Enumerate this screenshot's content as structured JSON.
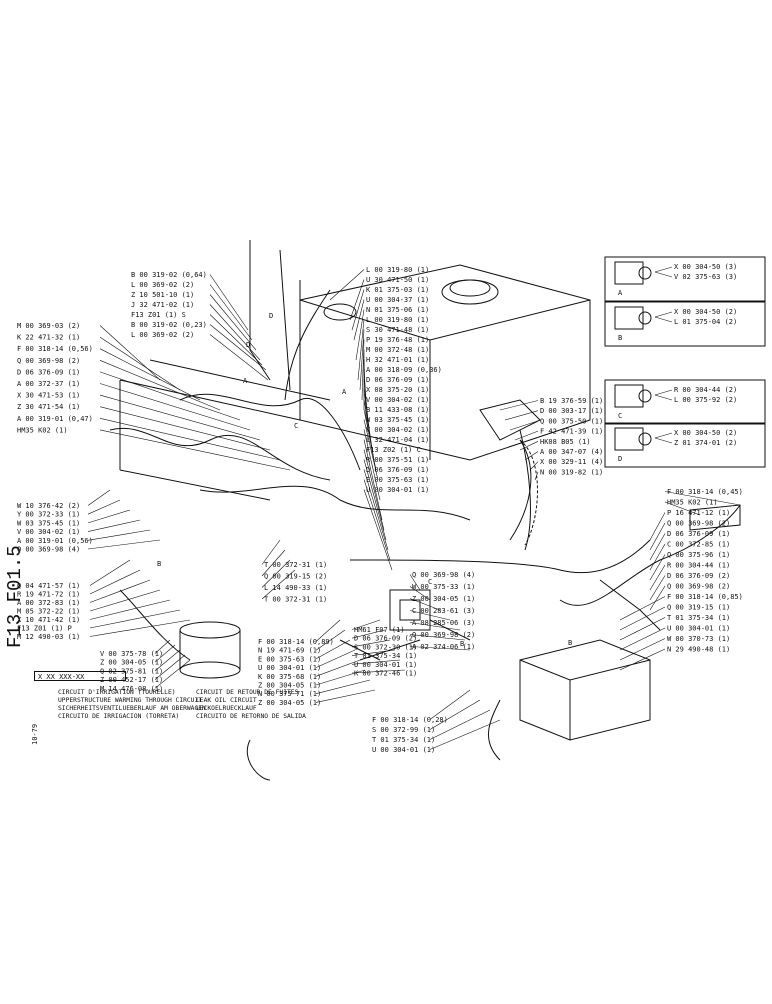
{
  "page": {
    "side_title": "F13 F01.5",
    "side_date": "10-79",
    "code_box": "X XX XXX-XX",
    "titles_left": [
      "CIRCUIT D'IRRIGATION (TOURELLE)",
      "UPPERSTRUCTURE WARMING THROUGH CIRCUIT",
      "SICHERHEITSVENTILUEBERLAUF AM OBERWAGEN",
      "CIRCUITO DE IRRIGACION (TORRETA)"
    ],
    "titles_right": [
      "CIRCUIT DE RETOUR DE FUITES",
      "LEAK OIL CIRCUIT",
      "LECKOELRUECKLAUF",
      "CIRCUITO DE RETORNO DE SALIDA"
    ]
  },
  "labels": {
    "top_center": [
      "B 00 319-02 (0,64)",
      "L 00 369-02 (2)",
      "Z 10 501-10 (1)",
      "J 32 471-02 (1)",
      "F13  Z01 (1)  S",
      "B 00 319-02 (0,23)",
      "L 00 369-02 (2)"
    ],
    "top_right": [
      "L 00 319-80 (1)",
      "U 30 471-50 (1)",
      "K 01 375-03 (1)",
      "U 00 304-37 (1)",
      "N 01 375-06 (1)",
      "L 00 319-80 (1)",
      "S 30 471-48 (1)",
      "P 19 376-48 (1)",
      "M 00 372-48 (1)",
      "H 32 471-01 (1)",
      "A 00 318-09 (0,36)",
      "D 06 376-09 (1)",
      "X 08 375-20 (1)",
      "V 00 304-02 (1)",
      "B 11 433-08 (1)",
      "W 03 375-45 (1)",
      "V 00 304-02 (1)",
      "L 32 471-04 (1)",
      "F13  Z02 (1) C",
      "R 00 375-51 (1)",
      "D 06 376-09 (1)",
      "E 00 375-63 (1)",
      "U 00 304-01 (1)"
    ],
    "left_upper": [
      "M 00 369-03 (2)",
      "K 22 471-32 (1)",
      "F 00 318-14 (0,56)",
      "Q 00 369-98 (2)",
      "D 06 376-09 (1)",
      "A 00 372-37 (1)",
      "X 30 471-53 (1)",
      "Z 30 471-54 (1)",
      "A 00 319-01 (0,47)",
      "HM35  K02  (1)"
    ],
    "left_mid": [
      "W 10 376-42 (2)",
      "Y 00 372-33 (1)",
      "W 03 375-45 (1)",
      "V 00 304-02 (1)",
      "A 00 319-01 (0,56)",
      "Q 00 369-98 (4)"
    ],
    "left_lower": [
      "Q 04 471-57 (1)",
      "R 19 471-72 (1)",
      "A 00 372-83 (1)",
      "M 05 372-22 (1)",
      "X 10 471-42 (1)",
      "F13  Z01 (1) P",
      "M 12 490-03 (1)"
    ],
    "bottom_left": [
      "V 00 375-78 (1)",
      "Z 00 304-05 (1)",
      "Q 02 375-81 (1)",
      "Z 00 452-17 (1)",
      "M 14 476-08 (1)"
    ],
    "center_mid": [
      "T 00 372-31 (1)",
      "Q 00 319-15 (2)",
      "L 14 490-33 (1)",
      "T 00 372-31 (1)"
    ],
    "center_lower": [
      "F 00 318-14 (0,89)",
      "N 19 471-69 (1)",
      "E 00 375-63 (1)",
      "U 00 304-01 (1)",
      "K 00 375-68 (1)",
      "Z 00 304-05 (1)",
      "N 00 375-71 (1)",
      "Z 00 304-05 (1)"
    ],
    "center_lower2": [
      "HM61  F07 (1)",
      "D 06 376-09 (2)",
      "S 00 372-30 (1)",
      "T 01 375-34 (1)",
      "U 00 304-01 (1)",
      "K 00 372-46 (1)"
    ],
    "center_right": [
      "Q 00 369-98 (4)",
      "W 00 375-33 (1)",
      "Z 00 304-05 (1)",
      "C 00 283-61 (3)",
      "A 08 285-06 (3)",
      "Q 00 369-98 (2)",
      "A 02 374-06 (1)"
    ],
    "bottom_center": [
      "F 00 318-14 (0,28)",
      "S 00 372-99 (1)",
      "T 01 375-34 (1)",
      "U 00 304-01 (1)"
    ],
    "right_mid_top": [
      "B 19 376-59 (1)",
      "D 00 303-17 (1)",
      "Q 00 375-50 (1)",
      "F 42 471-39 (1)",
      "HK08  B05 (1)",
      "A 00 347-07 (4)",
      "X 00 329-11 (4)",
      "N 00 319-82 (1)"
    ],
    "right_side": [
      "F 00 318-14 (0,45)",
      "HM35  K02 (1)",
      "P 16 471-12 (1)",
      "Q 00 369-98 (2)",
      "D 06 376-09 (1)",
      "C 00 372-85 (1)",
      "Q 00 375-96 (1)",
      "R 00 304-44 (1)",
      "D 06 376-09 (2)",
      "Q 00 369-98 (2)",
      "F 00 318-14 (0,85)",
      "Q 00 319-15 (1)",
      "T 01 375-34 (1)",
      "U 00 304-01 (1)",
      "W 00 370-73 (1)",
      "N 29 490-48 (1)"
    ],
    "insets": [
      {
        "letter": "A",
        "lines": [
          "X 00 304-50 (3)",
          "V 02 375-63 (3)"
        ]
      },
      {
        "letter": "B",
        "lines": [
          "X 00 304-50 (2)",
          "L 01 375-04 (2)"
        ]
      },
      {
        "letter": "C",
        "lines": [
          "R 00 304-44 (2)",
          "L 00 375-92 (2)"
        ]
      },
      {
        "letter": "D",
        "lines": [
          "X 00 304-50 (2)",
          "Z 01 374-01 (2)"
        ]
      }
    ],
    "callouts": [
      "D",
      "A",
      "C",
      "A",
      "D",
      "B",
      "B",
      "C",
      "B"
    ]
  },
  "colors": {
    "ink": "#111111",
    "paper": "#ffffff"
  }
}
